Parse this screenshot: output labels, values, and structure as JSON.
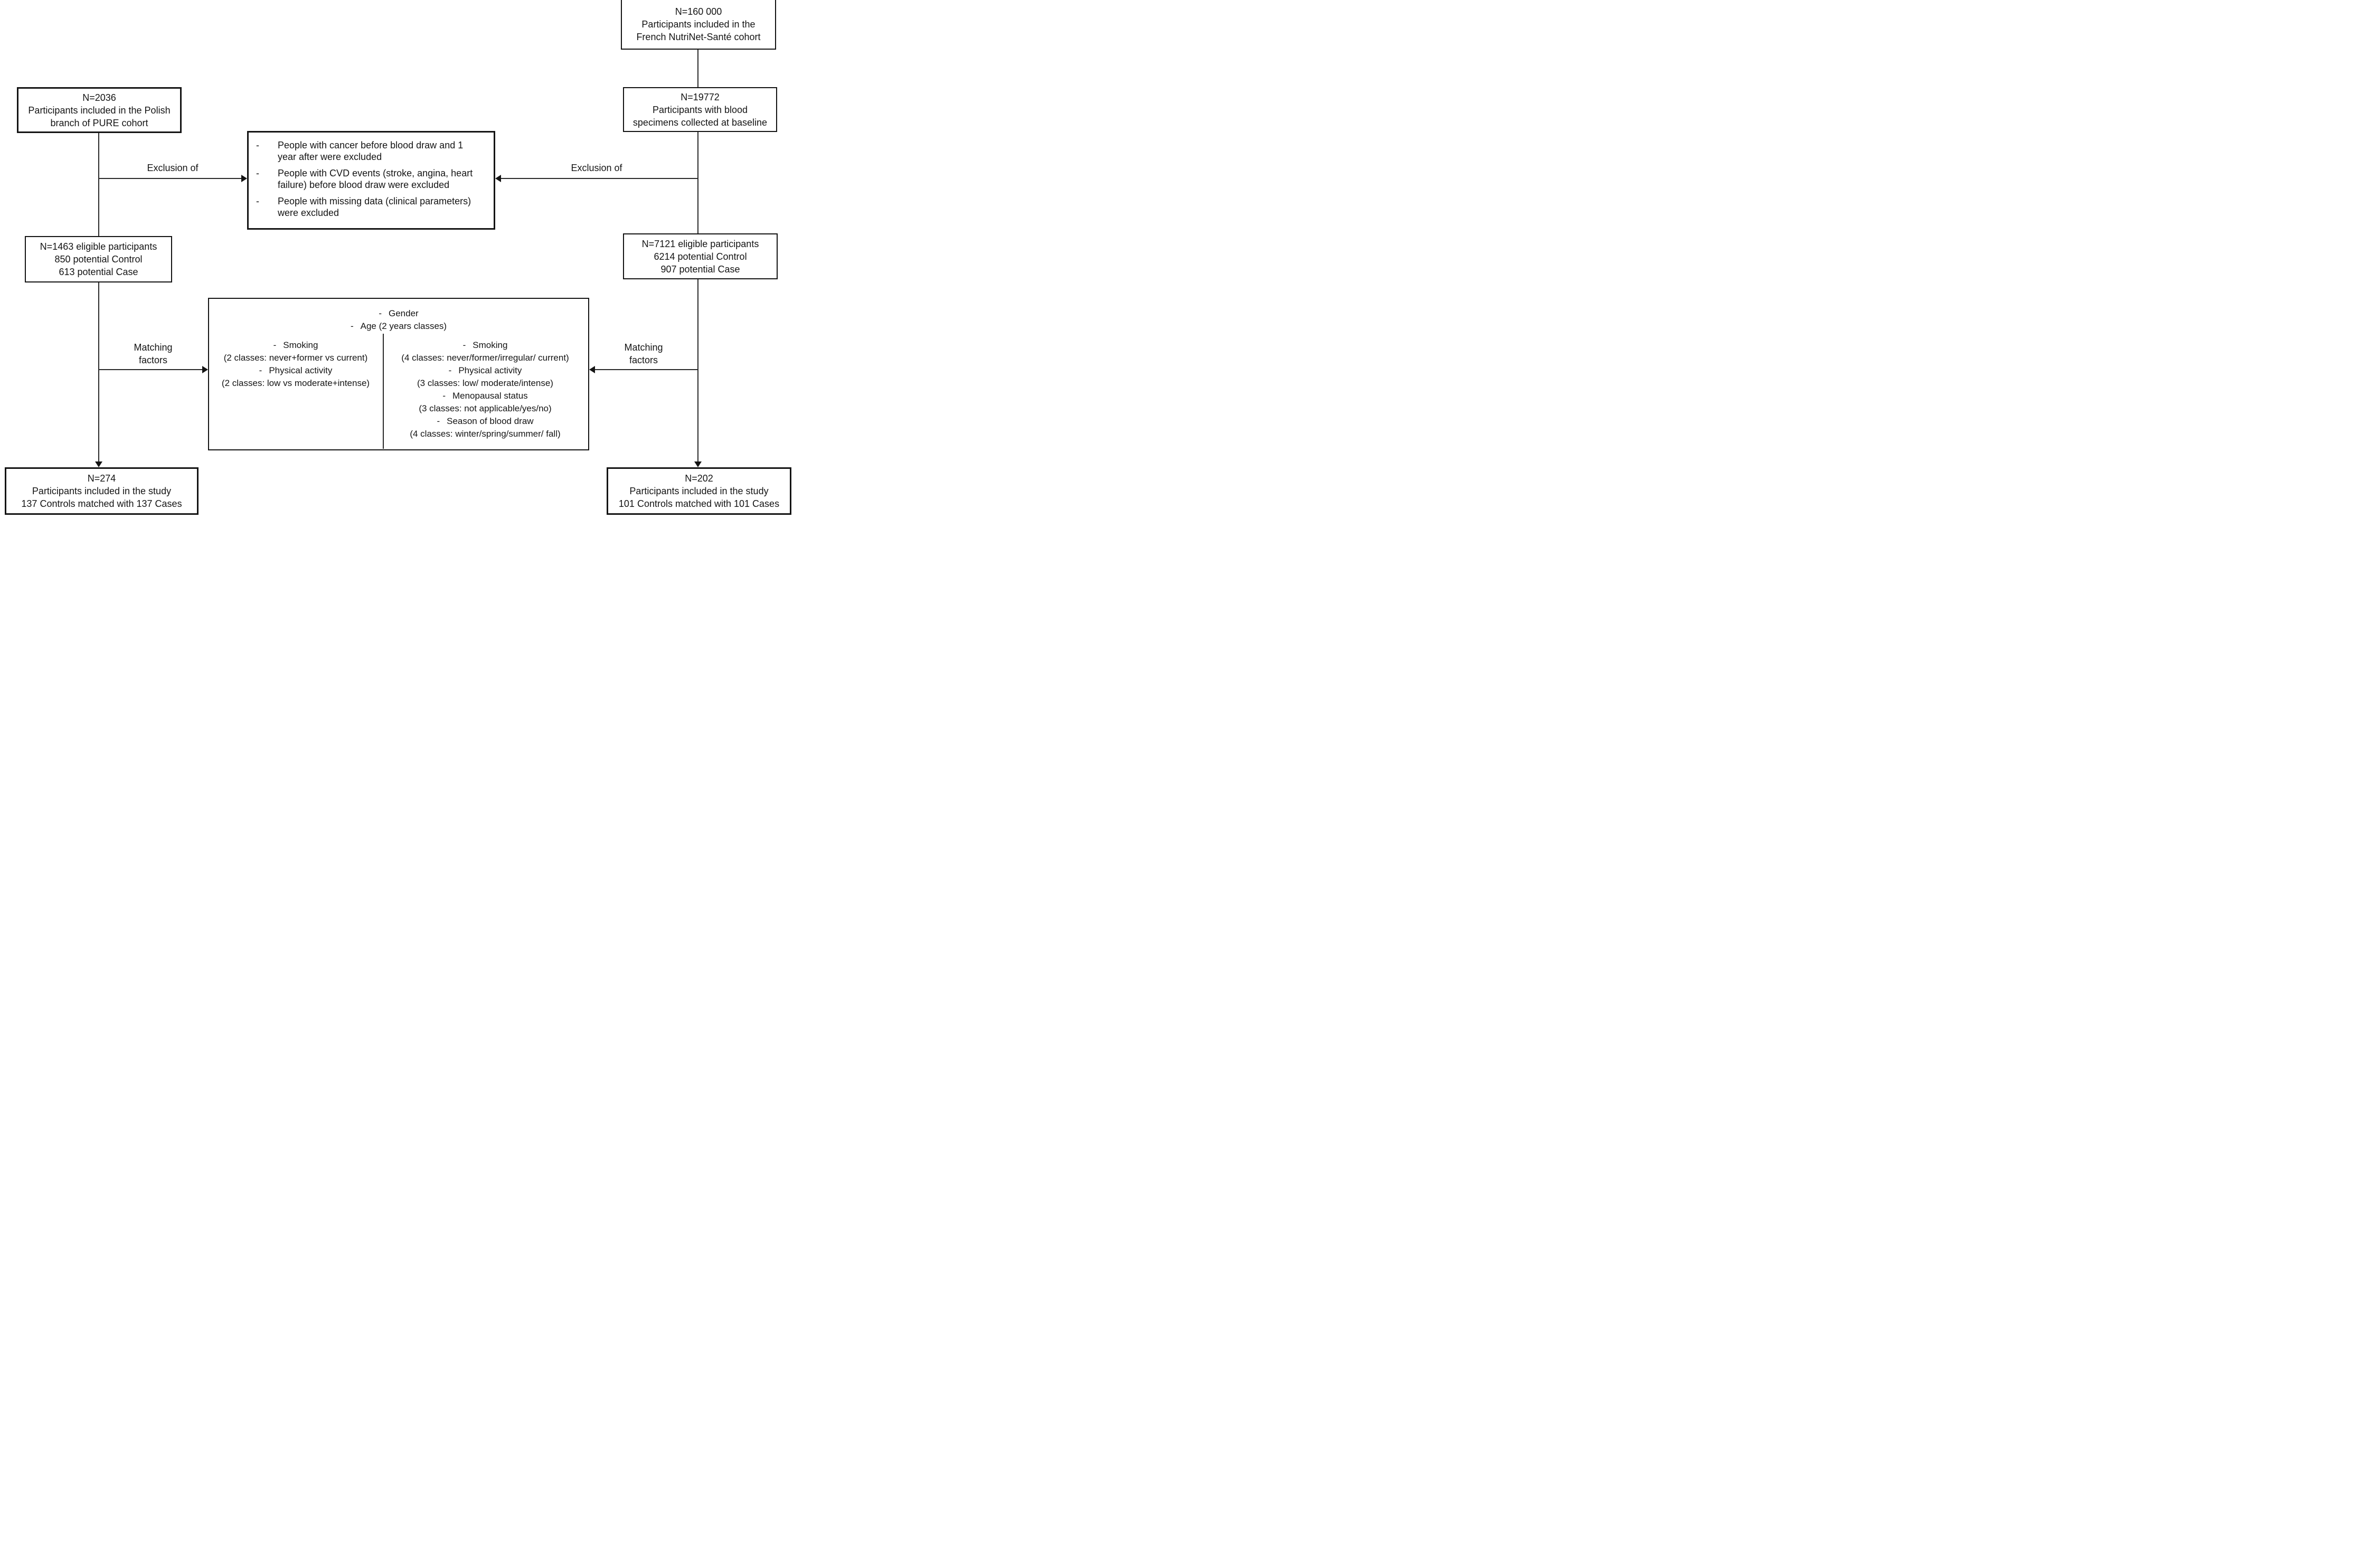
{
  "bullet_char": "-",
  "left_branch": {
    "cohort_box": [
      "N=2036",
      "Participants included in the Polish",
      "branch of PURE cohort"
    ],
    "eligible_box": [
      "N=1463 eligible participants",
      "850 potential Control",
      "613 potential Case"
    ],
    "final_box": [
      "N=274",
      "Participants included in the study",
      "137 Controls matched with 137 Cases"
    ],
    "exclusion_label": "Exclusion of",
    "matching_label": [
      "Matching",
      "factors"
    ]
  },
  "right_branch": {
    "cohort_box": [
      "N=160 000",
      "Participants included in the",
      "French NutriNet-Santé cohort"
    ],
    "blood_box": [
      "N=19772",
      "Participants with blood",
      "specimens collected at baseline"
    ],
    "eligible_box": [
      "N=7121 eligible participants",
      "6214 potential Control",
      "907 potential Case"
    ],
    "final_box": [
      "N=202",
      "Participants included in the study",
      "101 Controls matched with 101 Cases"
    ],
    "exclusion_label": "Exclusion of",
    "matching_label": [
      "Matching",
      "factors"
    ]
  },
  "exclusion_box": {
    "items": [
      [
        "People with cancer before blood draw and 1",
        "year after were excluded"
      ],
      [
        "People with CVD events (stroke, angina, heart",
        "failure) before blood draw were excluded"
      ],
      [
        "People with missing data (clinical parameters)",
        "were excluded"
      ]
    ]
  },
  "matching_box": {
    "shared": [
      "Gender",
      "Age (2 years classes)"
    ],
    "left_column": [
      "Smoking",
      "(2 classes: never+former vs current)",
      "Physical activity",
      "(2 classes: low vs moderate+intense)"
    ],
    "right_column": [
      "Smoking",
      "(4 classes: never/former/irregular/ current)",
      "Physical activity",
      "(3 classes: low/ moderate/intense)",
      "Menopausal status",
      "(3 classes: not applicable/yes/no)",
      "Season of blood draw",
      "(4 classes: winter/spring/summer/ fall)"
    ]
  },
  "colors": {
    "line": "#2a2a2a",
    "text": "#141414",
    "background": "#ffffff"
  }
}
